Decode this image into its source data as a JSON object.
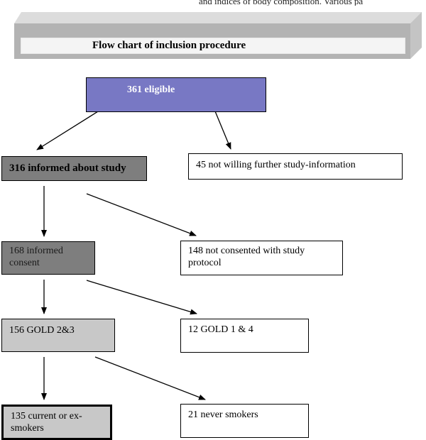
{
  "header": {
    "top_text": "and indices of body composition. Various pa",
    "title": "Flow chart of inclusion procedure"
  },
  "boxes": {
    "eligible": "361  eligible",
    "informed": "316 informed about study",
    "not_willing": "45 not willing further study-information",
    "consent": "168 informed consent",
    "not_consented": "148 not consented with study protocol",
    "gold23": "156 GOLD 2&3",
    "gold14": "12 GOLD 1 & 4",
    "smokers": "135 current or ex-smokers",
    "never": "21 never smokers"
  },
  "colors": {
    "eligible_fill": "#7878c4",
    "dark_fill": "#7e7e7e",
    "light_fill": "#c8c8c8",
    "banner_fill": "#b3b3b3"
  }
}
